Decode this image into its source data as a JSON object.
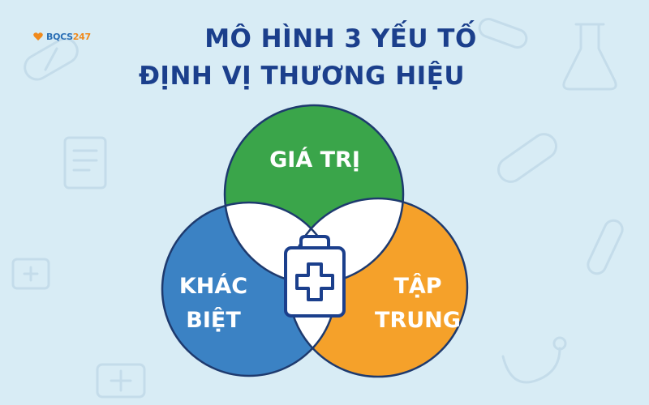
{
  "logo": {
    "text_main": "BQCS",
    "text_accent": "247"
  },
  "title": {
    "line1": "MÔ HÌNH 3 YẾU TỐ",
    "line2": "ĐỊNH VỊ THƯƠNG HIỆU"
  },
  "circles": {
    "top": {
      "label": "GIÁ TRỊ",
      "color": "#3aa54a"
    },
    "left": {
      "label_line1": "KHÁC",
      "label_line2": "BIỆT",
      "color": "#3b82c4"
    },
    "right": {
      "label_line1": "TẬP",
      "label_line2": "TRUNG",
      "color": "#f5a12a"
    }
  },
  "center_icon": "clipboard-medical-icon",
  "background_icons": [
    "pill-icon",
    "document-icon",
    "flask-icon",
    "capsule-icon",
    "medical-kit-icon",
    "test-tube-icon",
    "stethoscope-icon"
  ],
  "colors": {
    "background": "#d8ecf5",
    "title": "#1b3f8c",
    "outline": "#1e3a6e",
    "overlap": "#ffffff"
  }
}
